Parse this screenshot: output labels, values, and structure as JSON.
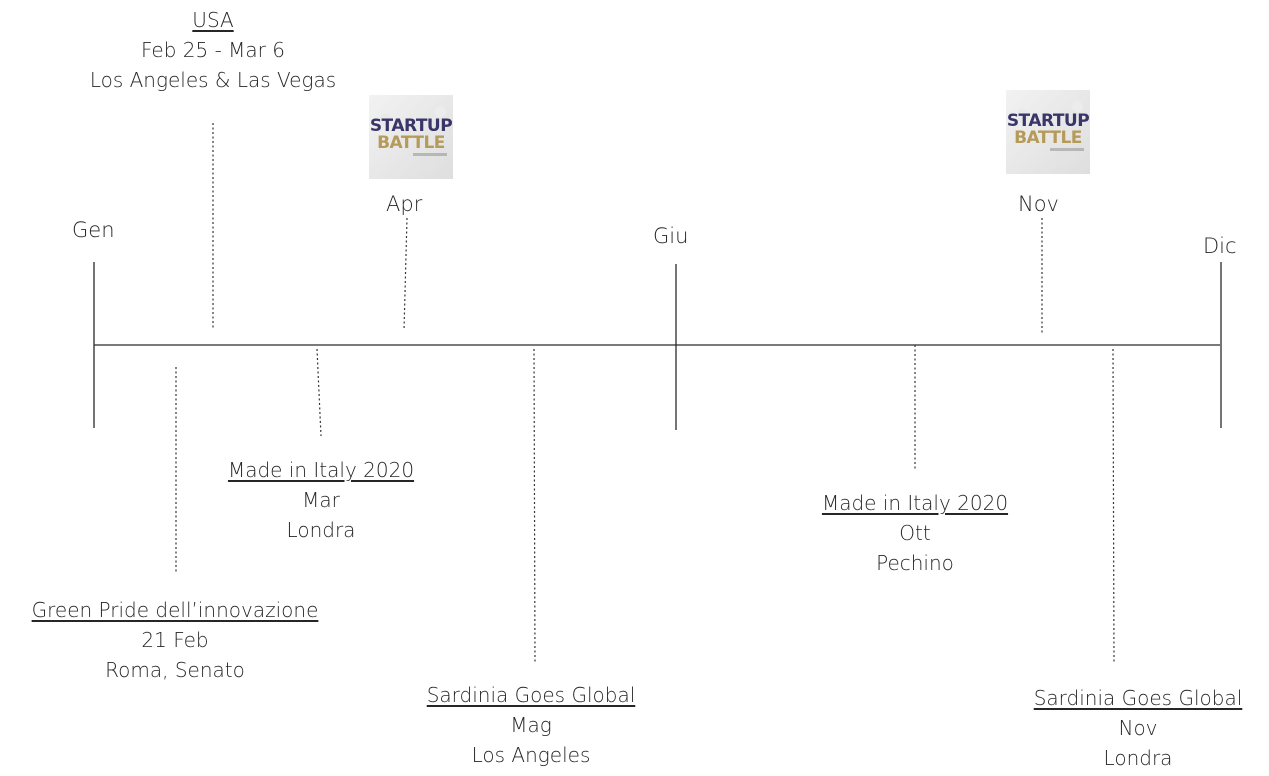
{
  "months": {
    "gen": "Gen",
    "apr": "Apr",
    "giu": "Giu",
    "nov": "Nov",
    "dic": "Dic"
  },
  "events": {
    "usa": {
      "title": "USA",
      "date": "Feb 25 - Mar 6",
      "place": "Los Angeles & Las Vegas"
    },
    "green_pride": {
      "title": "Green Pride dell’innovazione",
      "date": "21 Feb",
      "place": "Roma, Senato"
    },
    "made_italy_mar": {
      "title": "Made in Italy 2020",
      "date": "Mar",
      "place": "Londra"
    },
    "sardinia_mag": {
      "title": "Sardinia Goes Global",
      "date": "Mag",
      "place": "Los Angeles"
    },
    "made_italy_ott": {
      "title": "Made in Italy 2020",
      "date": "Ott",
      "place": "Pechino"
    },
    "sardinia_nov": {
      "title": "Sardinia Goes Global",
      "date": "Nov",
      "place": "Londra"
    }
  },
  "logos": {
    "startup_battle": {
      "line1": "STARTUP",
      "line2": "BATTLE"
    }
  },
  "colors": {
    "text": "#262626",
    "line": "#2b2b2b",
    "logo_blue": "#3a3569",
    "logo_gold": "#b59a5a"
  }
}
